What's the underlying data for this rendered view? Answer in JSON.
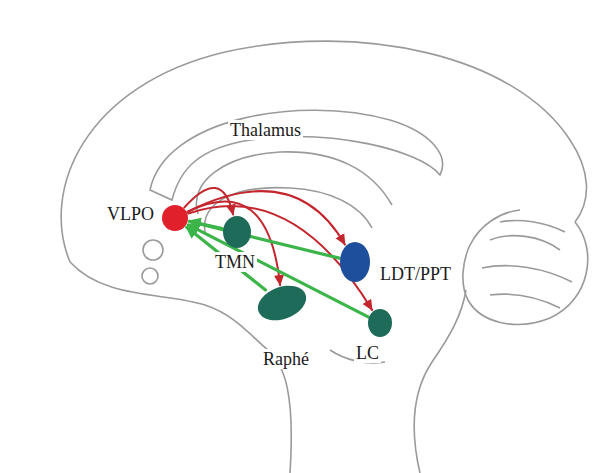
{
  "diagram": {
    "nodes": [
      {
        "text": [
          "VLPO"
        ]
      },
      {
        "text": [
          "TMN"
        ]
      },
      {
        "text": [
          "LDT/PPT"
        ]
      },
      {
        "text": [
          "Raphé"
        ]
      },
      {
        "text": [
          "LC"
        ]
      }
    ],
    "edges": [
      {
        "from": 0,
        "to": 1,
        "arrow": "to"
      },
      {
        "from": 0,
        "to": 2,
        "arrow": "to"
      },
      {
        "from": 0,
        "to": 3,
        "arrow": "to"
      },
      {
        "from": 0,
        "to": 4,
        "arrow": "to"
      },
      {
        "from": 1,
        "to": 0,
        "arrow": "to"
      },
      {
        "from": 2,
        "to": 0,
        "arrow": "to"
      },
      {
        "from": 3,
        "to": 0,
        "arrow": "to"
      },
      {
        "from": 4,
        "to": 0,
        "arrow": "to"
      }
    ],
    "labels": [
      "Thalamus"
    ]
  }
}
